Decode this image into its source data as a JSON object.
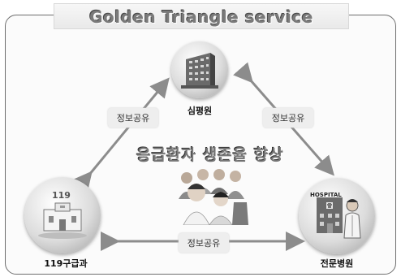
{
  "title": "Golden Triangle service",
  "nodes": {
    "top": {
      "label": "심평원"
    },
    "left": {
      "label": "119구급과",
      "sign": "119"
    },
    "right": {
      "label": "전문병원",
      "sign": "HOSPITAL"
    }
  },
  "links": {
    "top_left": "정보공유",
    "top_right": "정보공유",
    "bottom": "정보공유"
  },
  "center_message": "응급환자 생존율 향상",
  "icons": {
    "top": "office-building-icon",
    "left": "ambulance-station-icon",
    "right": "hospital-doctor-icon",
    "center": "family-group-photo"
  }
}
